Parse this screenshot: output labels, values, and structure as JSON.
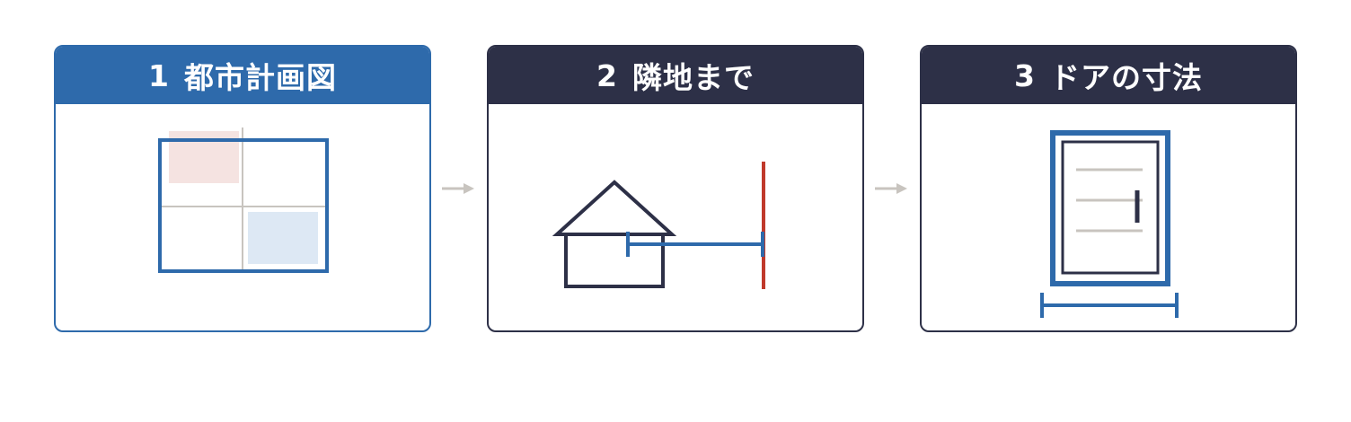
{
  "steps": [
    {
      "number": "1",
      "label": "都市計画図",
      "active": true
    },
    {
      "number": "2",
      "label": "隣地まで",
      "active": false
    },
    {
      "number": "3",
      "label": "ドアの寸法",
      "active": false
    }
  ],
  "colors": {
    "active_blue": "#2e6aab",
    "dark_navy": "#2d3047",
    "boundary_red": "#c0392b",
    "zone_pink": "#f5e3e1",
    "zone_blue": "#dde8f4",
    "arrow_gray": "#c8c4bf",
    "guide_gray": "#c8c4bf"
  },
  "icons": {
    "step1": "city-plan-map-icon",
    "step2": "house-to-boundary-icon",
    "step3": "door-width-icon",
    "connector": "right-arrow-icon"
  }
}
